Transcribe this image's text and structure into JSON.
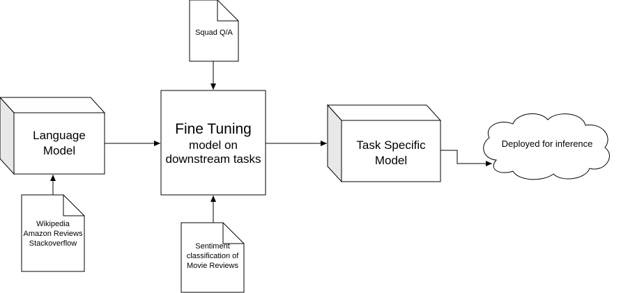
{
  "nodes": {
    "language_model": {
      "label": "Language\nModel"
    },
    "fine_tuning": {
      "title": "Fine Tuning",
      "subtitle": "model on\ndownstream tasks"
    },
    "task_specific_model": {
      "label": "Task Specific\nModel"
    },
    "deployed": {
      "label": "Deployed for inference"
    }
  },
  "documents": {
    "squad": {
      "label": "Squad Q/A"
    },
    "pretrain_data": {
      "label": "Wikipedia\nAmazon Reviews\nStackoverflow"
    },
    "sentiment": {
      "label": "Sentiment\nclassification of\nMovie Reviews"
    }
  },
  "colors": {
    "stroke": "#000000",
    "box_fill": "#ffffff",
    "box_side": "#e8e8e8"
  }
}
